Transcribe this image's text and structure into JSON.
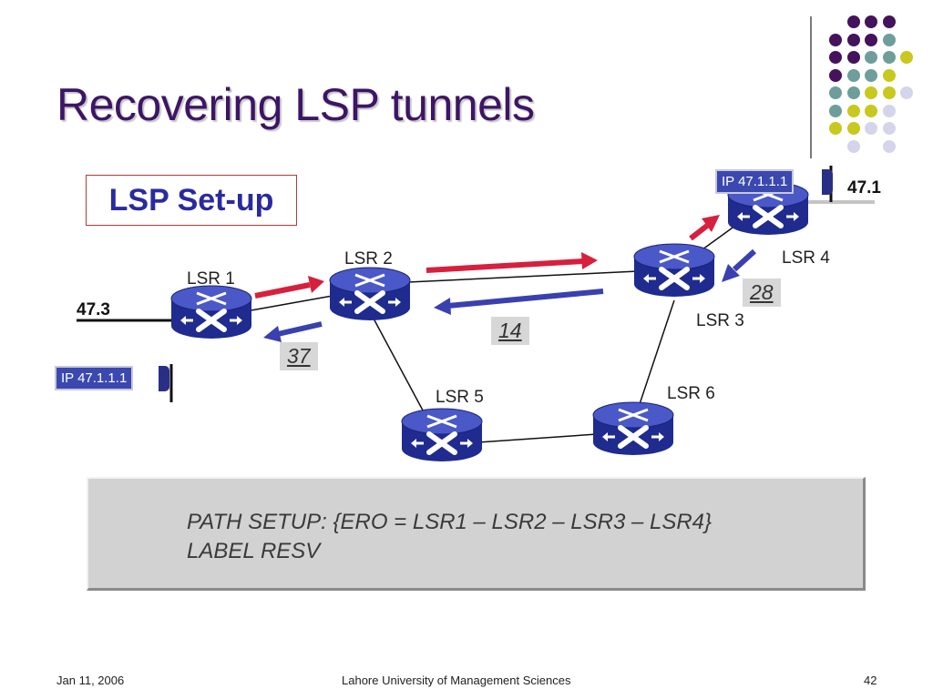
{
  "slide": {
    "title": "Recovering LSP tunnels",
    "subtitle_box": "LSP Set-up"
  },
  "colors": {
    "title": "#3d1566",
    "path_arrow": "#d6203e",
    "resv_arrow": "#3a40b0",
    "router": "#2d3aa8",
    "dot_purple": "#44135c",
    "dot_teal": "#6e9e9c",
    "dot_yellow": "#c8c81e",
    "dot_lavender": "#d4d4ea"
  },
  "diagram": {
    "routers": [
      {
        "id": "lsr1",
        "label": "LSR 1"
      },
      {
        "id": "lsr2",
        "label": "LSR 2"
      },
      {
        "id": "lsr3",
        "label": "LSR 3"
      },
      {
        "id": "lsr4",
        "label": "LSR 4"
      },
      {
        "id": "lsr5",
        "label": "LSR 5"
      },
      {
        "id": "lsr6",
        "label": "LSR 6"
      }
    ],
    "ingress": {
      "ip": "IP 47.1.1.1",
      "network": "47.3"
    },
    "egress": {
      "ip": "IP 47.1.1.1",
      "network": "47.1"
    },
    "labels": [
      "37",
      "14",
      "28"
    ]
  },
  "legend": {
    "path_setup": "PATH SETUP: {ERO = LSR1 – LSR2 – LSR3 – LSR4}",
    "label_resv": "LABEL RESV"
  },
  "footer": {
    "date": "Jan 11, 2006",
    "institution": "Lahore University of Management Sciences",
    "page": "42"
  }
}
